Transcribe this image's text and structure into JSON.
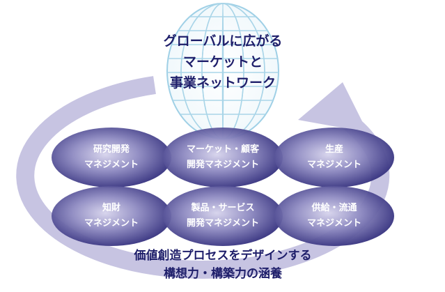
{
  "globe": {
    "lines": [
      "グローバルに広がる",
      "マーケットと",
      "事業ネットワーク"
    ]
  },
  "ovals": [
    {
      "line1": "研究開発",
      "line2": "マネジメント"
    },
    {
      "line1": "マーケット・顧客",
      "line2": "開発マネジメント"
    },
    {
      "line1": "生産",
      "line2": "マネジメント"
    },
    {
      "line1": "知財",
      "line2": "マネジメント"
    },
    {
      "line1": "製品・サービス",
      "line2": "開発マネジメント"
    },
    {
      "line1": "供給・流通",
      "line2": "マネジメント"
    }
  ],
  "bottom": {
    "lines": [
      "価値創造プロセスをデザインする",
      "構想力・構築力の涵養"
    ]
  },
  "colors": {
    "ring": "#c7c4e2",
    "text": "#1e1e6a",
    "oval_dark": "#2c2878",
    "oval_light": "#c9c6e6",
    "globe_line": "#9fd0e6"
  }
}
